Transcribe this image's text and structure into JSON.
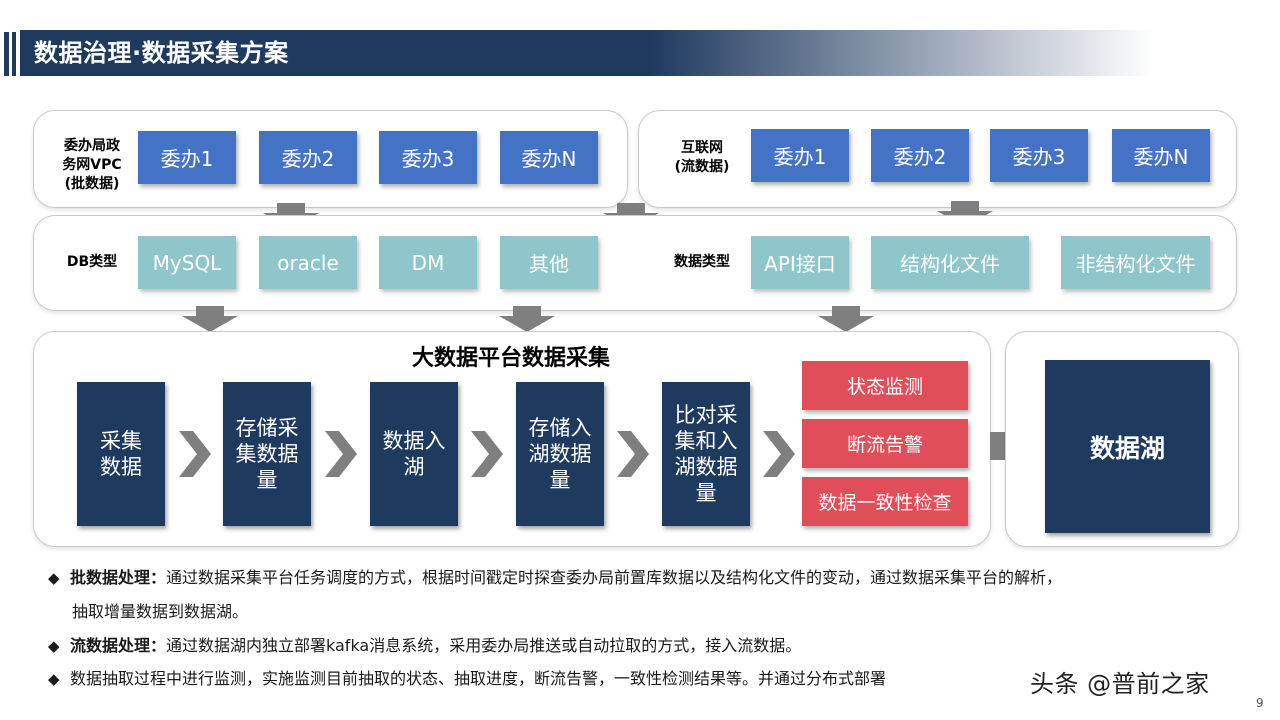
{
  "header": {
    "title": "数据治理·数据采集方案"
  },
  "sources_left": {
    "label_lines": [
      "委办局政",
      "务网VPC",
      "(批数据)"
    ],
    "boxes": [
      "委办1",
      "委办2",
      "委办3",
      "委办N"
    ]
  },
  "sources_right": {
    "label_lines": [
      "互联网",
      "(流数据)"
    ],
    "boxes": [
      "委办1",
      "委办2",
      "委办3",
      "委办N"
    ]
  },
  "types": {
    "db_label": "DB类型",
    "db_boxes": [
      "MySQL",
      "oracle",
      "DM",
      "其他"
    ],
    "data_label": "数据类型",
    "data_boxes": [
      "API接口",
      "结构化文件",
      "非结构化文件"
    ]
  },
  "platform": {
    "title": "大数据平台数据采集",
    "steps": [
      [
        "采集",
        "数据"
      ],
      [
        "存储采",
        "集数据",
        "量"
      ],
      [
        "数据入",
        "湖"
      ],
      [
        "存储入",
        "湖数据",
        "量"
      ],
      [
        "比对采",
        "集和入",
        "湖数据",
        "量"
      ]
    ],
    "monitors": [
      "状态监测",
      "断流告警",
      "数据一致性检查"
    ]
  },
  "lake": {
    "label": "数据湖"
  },
  "notes": [
    {
      "bold": "批数据处理：",
      "text": "通过数据采集平台任务调度的方式，根据时间戳定时探查委办局前置库数据以及结构化文件的变动，通过数据采集平台的解析，",
      "cont": "抽取增量数据到数据湖。"
    },
    {
      "bold": "流数据处理：",
      "text": "通过数据湖内独立部署kafka消息系统，采用委办局推送或自动拉取的方式，接入流数据。"
    },
    {
      "bold": "",
      "text": "数据抽取过程中进行监测，实施监测目前抽取的状态、抽取进度，断流告警，一致性检测结果等。并通过分布式部署"
    }
  ],
  "bullet_symbol": "◆",
  "watermark": "头条 @普前之家",
  "page_number": "9",
  "colors": {
    "navy": "#1f3a5f",
    "blue": "#4472c4",
    "teal": "#8ec6cc",
    "red": "#e04e5a",
    "arrow_gray": "#7f7f7f"
  }
}
